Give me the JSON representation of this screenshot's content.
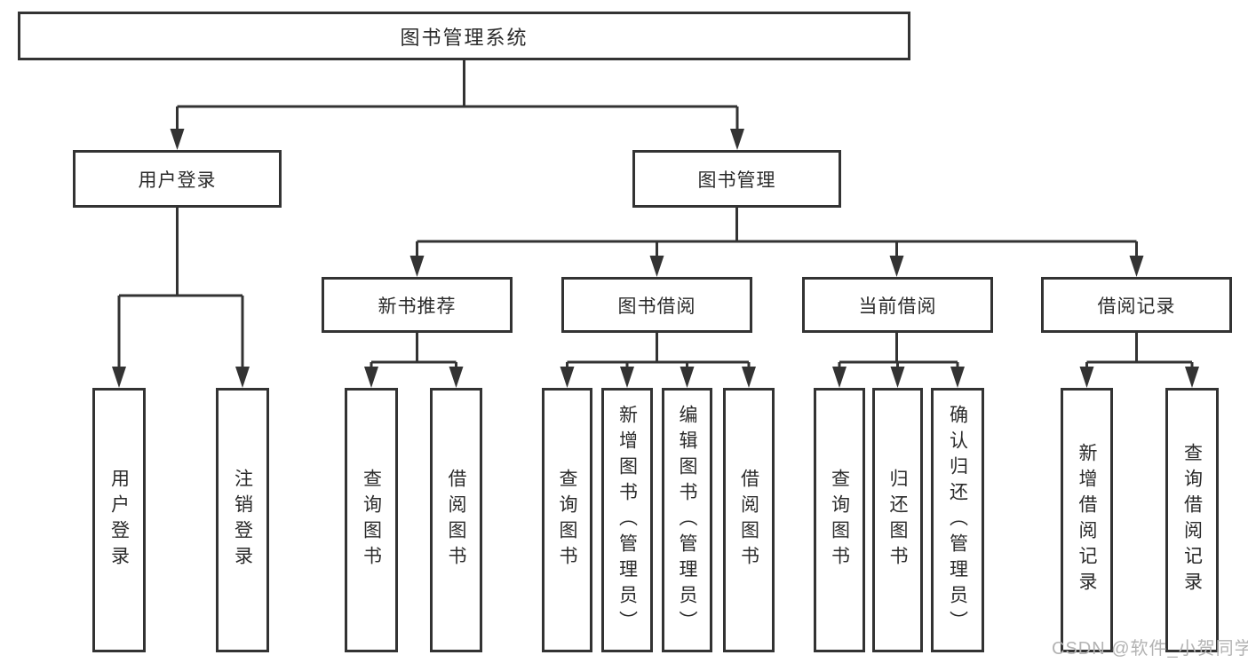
{
  "diagram": {
    "root_label": "图书管理系统",
    "level2": [
      {
        "label": "用户登录",
        "leaves": [
          "用户登录",
          "注销登录"
        ]
      },
      {
        "label": "图书管理"
      }
    ],
    "level3": [
      {
        "label": "新书推荐",
        "leaves": [
          "查询图书",
          "借阅图书"
        ]
      },
      {
        "label": "图书借阅",
        "leaves": [
          "查询图书",
          "新增图书（管理员）",
          "编辑图书（管理员）",
          "借阅图书"
        ]
      },
      {
        "label": "当前借阅",
        "leaves": [
          "查询图书",
          "归还图书",
          "确认归还（管理员）"
        ]
      },
      {
        "label": "借阅记录",
        "leaves": [
          "新增借阅记录",
          "查询借阅记录"
        ]
      }
    ],
    "watermark": "CSDN @软件_小贺同学"
  },
  "colors": {
    "line": "#333333",
    "box_border": "#333333",
    "text": "#2b2b2b",
    "watermark": "#b3b3b3",
    "background": "#ffffff"
  }
}
